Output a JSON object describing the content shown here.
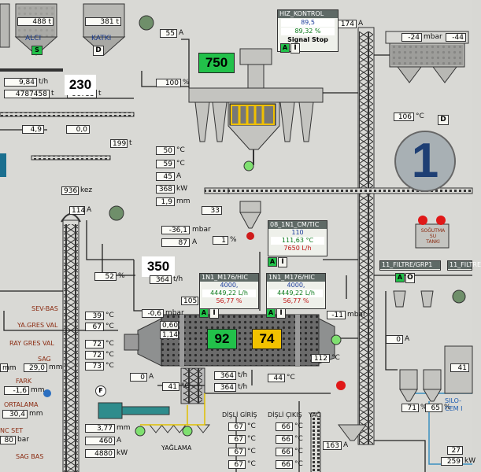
{
  "mill_number": "1",
  "setpoints": {
    "feed_750": "750",
    "feed_230": "230",
    "feed_350": "350",
    "mill_fill_92": "92",
    "mill_fill_74": "74"
  },
  "silos": {
    "alci_name": "ALCI",
    "alci_value": "488 t",
    "katki_name": "KATKI",
    "katki_value": "381 t",
    "mode_s": "S",
    "mode_d": "D"
  },
  "hiz_kontrol": {
    "title": "HIZ_KONTROL",
    "value1": "89,5",
    "value2": "89,32",
    "unit2": "%",
    "status": "Signal Stop",
    "mode_a": "A",
    "mode_i": "I"
  },
  "left_feed": {
    "flow": "9,84",
    "flow_unit": "t/h",
    "total1": "4787458",
    "total1_unit": "t",
    "total2": "96755",
    "total2_unit": "t",
    "v1": "4,9",
    "v2": "0,0",
    "belt": "199",
    "belt_unit": "t",
    "kez": "936",
    "kez_unit": "kez",
    "current_114": "114",
    "amp": "A",
    "motor_55": "55",
    "current_174": "174"
  },
  "separator": {
    "pct100": "100",
    "pct": "%",
    "t50": "50",
    "t59": "59",
    "deg": "°C",
    "a45": "45",
    "kw368": "368",
    "kw": "kW",
    "mm19": "1,9",
    "mm": "mm",
    "v33": "33"
  },
  "right_top": {
    "mbar24": "-24",
    "mbar44": "-44",
    "mbar": "mbar",
    "temp106": "106",
    "degc": "°C",
    "mode_d": "D"
  },
  "cm_tic": {
    "title": "08_1N1_CM/TIC",
    "sp": "110",
    "pv": "111,63",
    "pv_unit": "°C",
    "out": "7650",
    "out_unit": "L/h",
    "mode_a": "A",
    "mode_i": "I"
  },
  "mbar36": "-36,1",
  "mbar_u": "mbar",
  "a87": "87",
  "pct1": "1",
  "pct52": "52",
  "feed364": "364",
  "th": "t/h",
  "v105": "105",
  "mbar06": "-0,6",
  "mbar_s": "mbar",
  "ratio1": "0,60",
  "ratio2": "1,14",
  "mbar11": "-11",
  "hic1": {
    "title": "1N1_M176/HIC",
    "sp": "4000,",
    "pv": "4449,22",
    "pv_unit": "L/h",
    "out": "56,77",
    "out_unit": "%",
    "mode_a": "A",
    "mode_i": "I"
  },
  "hic2": {
    "title": "1N1_M176/HIC",
    "sp": "4000,",
    "pv": "4449,22",
    "pv_unit": "L/h",
    "out": "56,77",
    "out_unit": "%",
    "mode_a": "A",
    "mode_i": "I"
  },
  "filtre": {
    "title1": "11_FILTRE/GRP1",
    "title2": "11_FILTRE",
    "mode_a": "A",
    "mode_o": "O"
  },
  "tank": {
    "label1": "SOĞUTMA",
    "label2": "SU",
    "label3": "TANKI"
  },
  "bearings": {
    "sev_bas": "SEV-BAS",
    "ya_gres": "YA.GRES VAL",
    "ray_gres": "RAY GRES VAL",
    "sag": "SAG",
    "fark": "FARK",
    "ortalama": "ORTALAMA",
    "nc_set": "NC SET",
    "sag_bas": "SAG BAS",
    "t39": "39",
    "t67": "67",
    "t72a": "72",
    "t72b": "72",
    "t73": "73",
    "sag_val": "29,0",
    "sag_unit": "mm",
    "fark_val": "-1,6",
    "fark_unit": "mm",
    "ort_val": "30,4",
    "ort_unit": "mm",
    "bar80": "80",
    "bar_unit": "bar",
    "mm_unit_short": "mm",
    "deg": "°C"
  },
  "motor": {
    "fan_label": "F",
    "mm377": "3,77",
    "mm": "mm",
    "a460": "460",
    "amp": "A",
    "kw4880": "4880",
    "kw": "kW",
    "a0": "0",
    "t41": "41",
    "degc": "°C",
    "yaglama": "YAĞLAMA"
  },
  "outlet": {
    "f364a": "364",
    "f364b": "364",
    "th": "t/h",
    "t112": "112",
    "t44": "44",
    "degc": "°C",
    "disli_giris": "DİŞLİ GİRİŞ",
    "disli_cikis": "DİŞLİ ÇIKIŞ",
    "yag": "YAĞ",
    "t67a": "67",
    "t67b": "67",
    "t67c": "67",
    "t67d": "67",
    "t66a": "66",
    "t66b": "66",
    "t66c": "66",
    "t66d": "66"
  },
  "right_bottom": {
    "a0": "0",
    "a163": "163",
    "amp": "A",
    "pct71": "71",
    "pct65": "65",
    "pct": "%",
    "t41": "41",
    "t27": "27",
    "kw259": "259",
    "kw": "kW",
    "silo_label": "SILO-",
    "cem_label": "CEM I"
  }
}
